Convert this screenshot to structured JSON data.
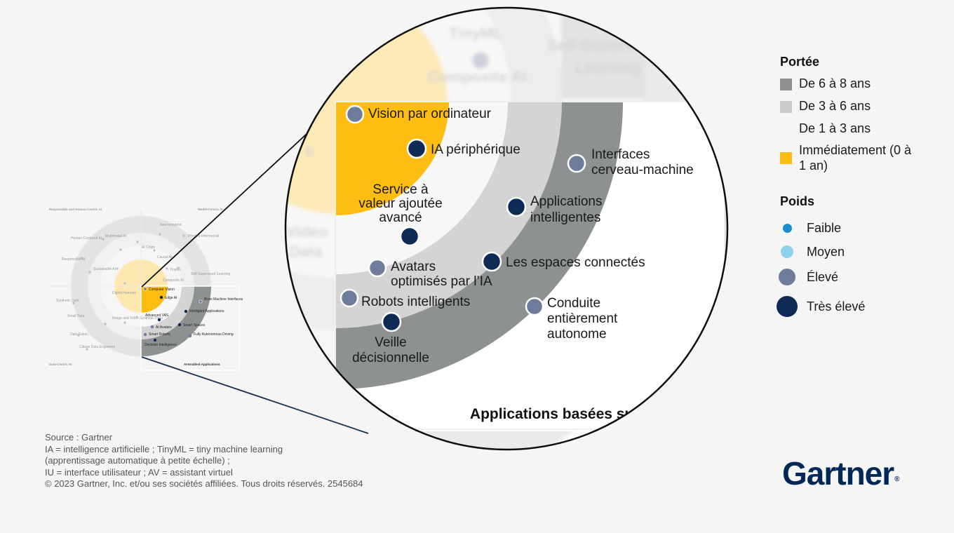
{
  "colors": {
    "background": "#f5f5f5",
    "ring_dark": "#8e9192",
    "ring_mid": "#d4d4d4",
    "ring_light": "#f5f5f5",
    "core": "#fdbd12",
    "dot_faible": "#1b8fd0",
    "dot_moyen": "#8fd0ee",
    "dot_eleve": "#6e7b9a",
    "dot_tres_eleve": "#0e2a55",
    "brand": "#002856"
  },
  "magnifier": {
    "section_title": "Applications basées sur l’IA",
    "faded_labels": [
      "TinyML",
      "Composite AI",
      "Self-Supervised",
      "Learning",
      "Video",
      "Data",
      "s"
    ],
    "items": [
      {
        "label": "Vision par ordinateur",
        "weight": "Élevé"
      },
      {
        "label": "IA périphérique",
        "weight": "Très élevé"
      },
      {
        "label": "Interfaces cerveau-machine",
        "weight": "Élevé"
      },
      {
        "label": "Service à valeur ajoutée avancé",
        "weight": "Très élevé"
      },
      {
        "label": "Applications intelligentes",
        "weight": "Très élevé"
      },
      {
        "label": "Avatars optimisés par l’IA",
        "weight": "Élevé"
      },
      {
        "label": "Les espaces connectés",
        "weight": "Très élevé"
      },
      {
        "label": "Robots intelligents",
        "weight": "Élevé"
      },
      {
        "label": "Conduite entièrement autonome",
        "weight": "Élevé"
      },
      {
        "label": "Veille décisionnelle",
        "weight": "Très élevé"
      }
    ],
    "text": {
      "vision": "Vision par ordinateur",
      "edge": "IA périphérique",
      "bci1": "Interfaces",
      "bci2": "cerveau-machine",
      "svc1": "Service à",
      "svc2": "valeur ajoutée",
      "svc3": "avancé",
      "apps1": "Applications",
      "apps2": "intelligentes",
      "av1": "Avatars",
      "av2": "optimisés par l’IA",
      "spaces": "Les espaces connectés",
      "robots": "Robots intelligents",
      "drive1": "Conduite",
      "drive2": "entièrement",
      "drive3": "autonome",
      "bi1": "Veille",
      "bi2": "décisionnelle"
    }
  },
  "mini_radar": {
    "quadrant_titles": [
      "Responsible and Human-Centric AI",
      "Model-Centric AI",
      "Data-Centric AI",
      "AI-Enabled Applications"
    ],
    "labels": [
      "Computer Vision",
      "Edge AI",
      "Brain Machine Interfaces",
      "Intelligent Applications",
      "Advanced VAS",
      "AI Avatars",
      "Smart Spaces",
      "Smart Robots",
      "Fully Autonomous Driving",
      "Decision Intelligence",
      "Neuromorphic",
      "Causal AI",
      "Responsible AI",
      "Human-Centered AI",
      "Multimodal AI",
      "Sustainable AI",
      "Digital Humans",
      "Synthetic Data",
      "Small Data",
      "Data Fabric",
      "Citizen Data Engineers",
      "Image and Video Synthetic Data",
      "TinyML",
      "Composite AI",
      "Self-Supervised Learning",
      "Physics-Informed AI",
      "AI Chips"
    ]
  },
  "legend": {
    "range_title": "Portée",
    "ranges": [
      {
        "label": "De 6 à 8 ans",
        "color": "#8e9192"
      },
      {
        "label": "De 3 à 6 ans",
        "color": "#c9c9c9"
      },
      {
        "label": "De 1 à 3 ans",
        "color": "#f5f5f5"
      },
      {
        "label": "Immédiatement (0 à 1 an)",
        "color": "#fdbd12"
      }
    ],
    "weight_title": "Poids",
    "weights": [
      {
        "label": "Faible",
        "color": "#1b8fd0",
        "size": 14
      },
      {
        "label": "Moyen",
        "color": "#8fd0ee",
        "size": 18
      },
      {
        "label": "Élevé",
        "color": "#6e7b9a",
        "size": 24
      },
      {
        "label": "Très élevé",
        "color": "#0e2a55",
        "size": 30
      }
    ]
  },
  "source": {
    "lines": [
      "Source : Gartner",
      "IA = intelligence artificielle ; TinyML = tiny machine learning",
      "(apprentissage automatique à petite échelle) ;",
      "IU = interface utilisateur ; AV = assistant virtuel",
      "© 2023 Gartner, Inc. et/ou ses sociétés affiliées. Tous droits réservés. 2545684"
    ]
  },
  "brand": {
    "logo": "Gartner",
    "mark": "®"
  }
}
